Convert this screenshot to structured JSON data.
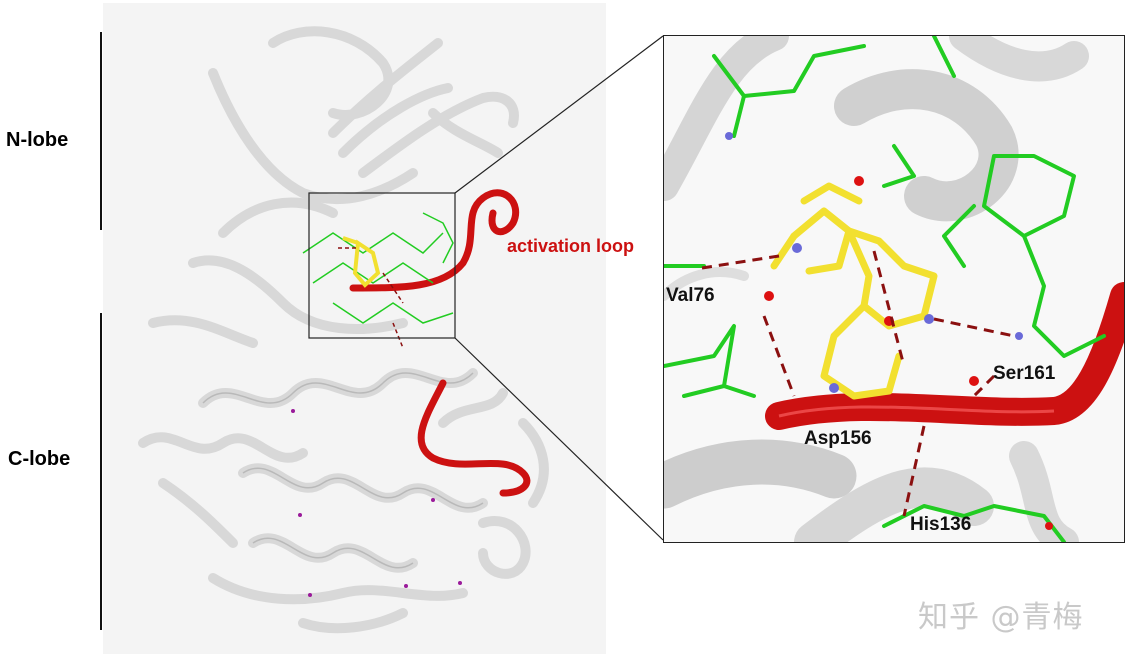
{
  "lobes": {
    "n_lobe": "N-lobe",
    "c_lobe": "C-lobe"
  },
  "annotations": {
    "activation_loop": "activation loop"
  },
  "residues": {
    "val76": "Val76",
    "ser161": "Ser161",
    "asp156": "Asp156",
    "his136": "His136"
  },
  "watermark": "知乎 @青梅",
  "colors": {
    "ribbon": "#e2e2e2",
    "activation_loop": "#cc1111",
    "ligand": "#f2e030",
    "residue_sticks": "#22cc22",
    "nitrogen": "#6a6ad8",
    "oxygen": "#dd1111",
    "hbond": "#8b1010"
  }
}
